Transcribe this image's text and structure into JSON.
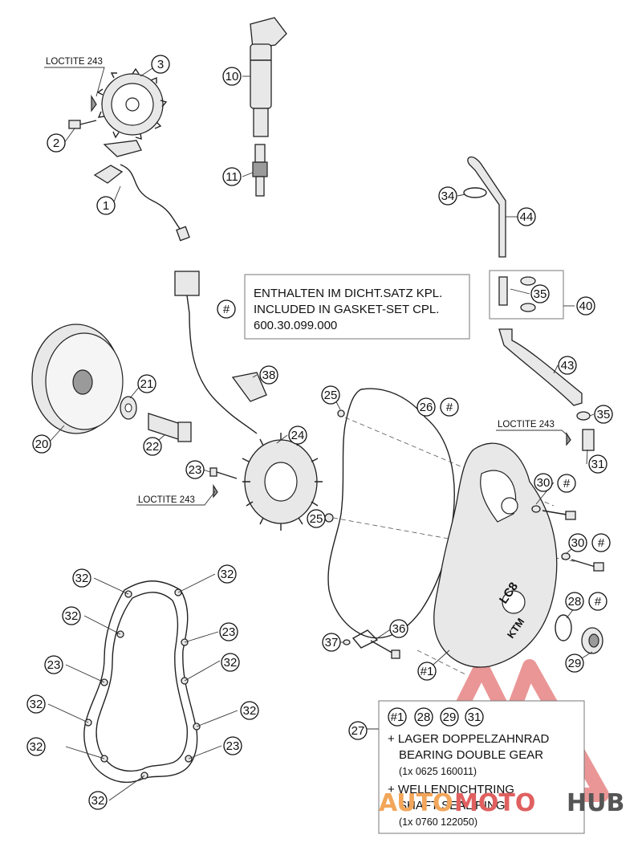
{
  "callouts": [
    {
      "text": "1"
    },
    {
      "text": "2"
    },
    {
      "text": "3"
    },
    {
      "text": "10"
    },
    {
      "text": "11"
    },
    {
      "text": "34"
    },
    {
      "text": "44"
    },
    {
      "text": "35"
    },
    {
      "text": "40"
    },
    {
      "text": "43"
    },
    {
      "text": "35"
    },
    {
      "text": "31"
    },
    {
      "text": "#"
    },
    {
      "text": "38"
    },
    {
      "text": "21"
    },
    {
      "text": "20"
    },
    {
      "text": "22"
    },
    {
      "text": "24"
    },
    {
      "text": "23"
    },
    {
      "text": "25"
    },
    {
      "text": "26"
    },
    {
      "text": "#"
    },
    {
      "text": "25"
    },
    {
      "text": "30"
    },
    {
      "text": "#"
    },
    {
      "text": "30"
    },
    {
      "text": "#"
    },
    {
      "text": "28"
    },
    {
      "text": "#"
    },
    {
      "text": "29"
    },
    {
      "text": "36"
    },
    {
      "text": "37"
    },
    {
      "text": "#1"
    },
    {
      "text": "27"
    },
    {
      "text": "32"
    },
    {
      "text": "32"
    },
    {
      "text": "32"
    },
    {
      "text": "23"
    },
    {
      "text": "23"
    },
    {
      "text": "32"
    },
    {
      "text": "32"
    },
    {
      "text": "32"
    },
    {
      "text": "32"
    },
    {
      "text": "23"
    },
    {
      "text": "32"
    },
    {
      "text": "#1"
    },
    {
      "text": "28"
    },
    {
      "text": "29"
    },
    {
      "text": "31"
    }
  ],
  "loctite": {
    "top_left": "LOCTITE 243",
    "right": "LOCTITE 243",
    "middle": "LOCTITE 243"
  },
  "gasket_note": {
    "line1": "ENTHALTEN IM DICHT.SATZ KPL.",
    "line2": "INCLUDED IN GASKET-SET CPL.",
    "line3": "600.30.099.000"
  },
  "kit_note": {
    "line1": "+ LAGER DOPPELZAHNRAD",
    "line2": "BEARING DOUBLE GEAR",
    "line3": "(1x 0625 160011)",
    "line4": "+ WELLENDICHTRING",
    "line5": "SHAFT SEAL RING",
    "line6": "(1x 0760 122050)"
  },
  "cover_marking": {
    "logo": "LC8",
    "brand": "KTM"
  },
  "watermark": {
    "part1": "AUTO",
    "part2": "MOTO",
    "part3": "HUB",
    "color_orange": "#f2a65a",
    "color_red": "#e06060",
    "color_grey": "#555555"
  }
}
